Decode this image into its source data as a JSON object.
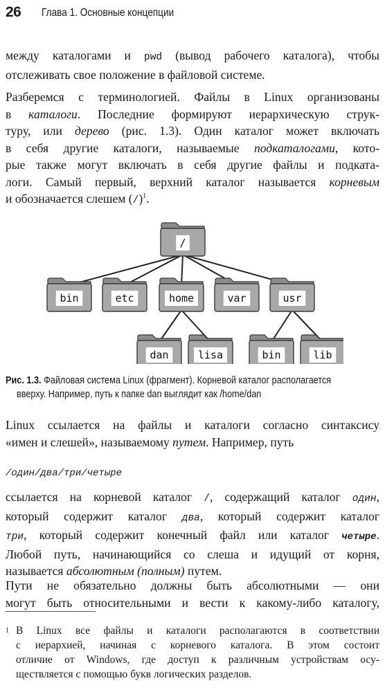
{
  "header": {
    "page_number": "26",
    "chapter_title": "Глава 1. Основные концепции"
  },
  "para1": {
    "l1_a": "между каталогами и ",
    "l1_code": "pwd",
    "l1_b": " (вывод рабочего каталога), чтобы",
    "l2": "отслеживать свое положение в файловой системе."
  },
  "para2": {
    "l1": "Разберемся с терминологией. Файлы в Linux организованы",
    "l2_a": "в ",
    "l2_em": "каталоги",
    "l2_b": ". Последние формируют иерархическую струк-",
    "l3_a": "туру, или ",
    "l3_em": "дерево",
    "l3_b": " (рис. 1.3). Один каталог может включать",
    "l4_a": "в себя другие каталоги, называемые ",
    "l4_em": "подкаталогами",
    "l4_b": ", кото-",
    "l5": "рые также могут включать в себя другие файлы и подката-",
    "l6_a": "логи. Самый первый, верхний каталог называется ",
    "l6_em": "корневым",
    "l7_a": "и обозначается слешем (",
    "l7_code": "/",
    "l7_b": ")",
    "l7_sup": "1",
    "l7_c": "."
  },
  "figure": {
    "root": "/",
    "level1": [
      "bin",
      "etc",
      "home",
      "var",
      "usr"
    ],
    "home_children": [
      "dan",
      "lisa"
    ],
    "usr_children": [
      "bin",
      "lib"
    ]
  },
  "caption": {
    "label": "Рис. 1.3.",
    "l1": " Файловая система Linux (фрагмент). Корневой каталог располагается",
    "l2": "вверху. Например, путь к папке dan выглядит как /home/dan"
  },
  "para3": {
    "l1": "Linux ссылается на файлы и каталоги согласно синтаксису",
    "l2_a": "«имен и слешей», называемому ",
    "l2_em": "путем",
    "l2_b": ". Например, путь"
  },
  "code_path": "/один/два/три/четыре",
  "para4": {
    "l1_a": "ссылается на корневой каталог ",
    "l1_code": "/",
    "l1_b": ", содержащий каталог ",
    "l1_ci": "один",
    "l1_c": ",",
    "l2_a": "который содержит каталог ",
    "l2_ci": "два",
    "l2_b": ", который содержит каталог",
    "l3_ci": "три",
    "l3_a": ", который содержит конечный файл или каталог ",
    "l3_cb": "четыре",
    "l3_b": ".",
    "l4": "Любой путь, начинающийся со слеша и идущий от корня,",
    "l5_a": "называется ",
    "l5_em": "абсолютным (полным)",
    "l5_b": " путем."
  },
  "para5": {
    "l1": "Пути не обязательно должны быть абсолютными — они",
    "l2": "могут быть относительными и вести к какому-либо каталогу,"
  },
  "footnote": {
    "mark": "1",
    "l1": "В Linux все файлы и каталоги располагаются в соответствии",
    "l2": "с иерархией, начиная с корневого каталога. В этом состоит",
    "l3": "отличие от Windows, где доступ к различным устройствам осу-",
    "l4": "ществляется с помощью букв логических разделов."
  },
  "colors": {
    "folder_fill": "#a8a8a8",
    "folder_tab": "#8c8c8c",
    "folder_stroke": "#3a3a3a",
    "label_bg": "#ffffff"
  }
}
